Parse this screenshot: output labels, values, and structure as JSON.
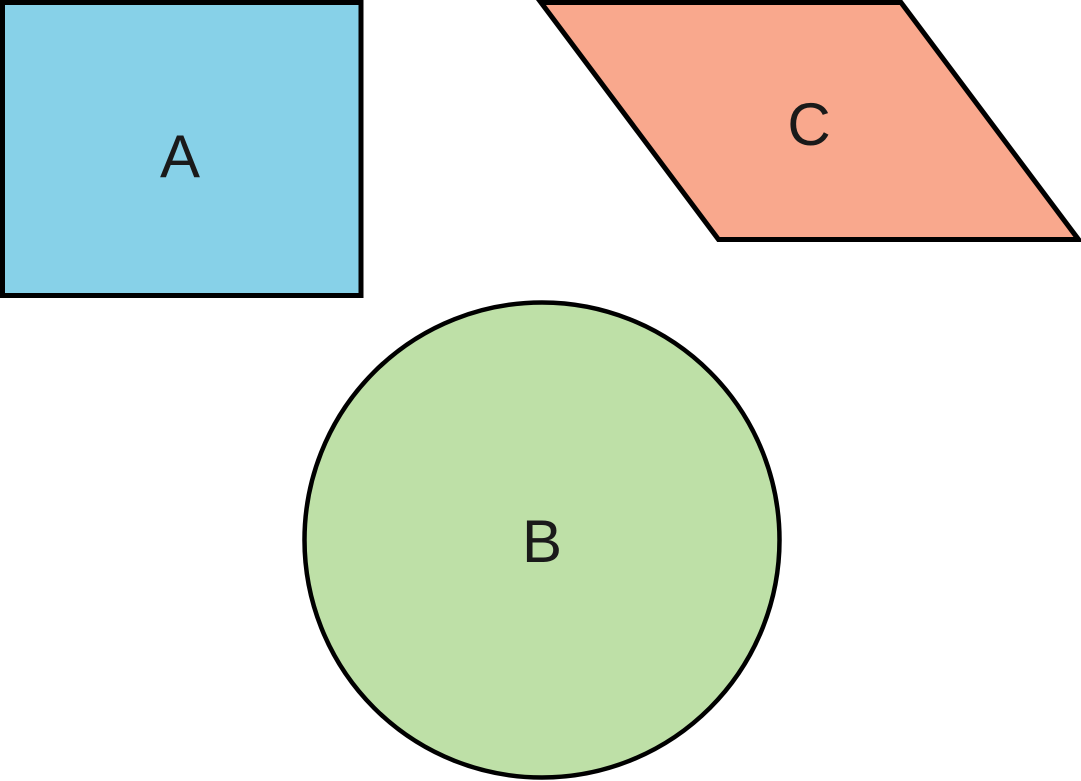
{
  "figure": {
    "description": "Three plane figures on a white background: a rectangle, a circle, and a parallelogram",
    "background": "#ffffff",
    "outline_color": "#000000",
    "label_color": "#1a1a1a",
    "shapes": [
      {
        "label": "A",
        "type": "rectangle",
        "fill": "#87d1e8"
      },
      {
        "label": "B",
        "type": "circle",
        "fill": "#bee0a7"
      },
      {
        "label": "C",
        "type": "parallelogram",
        "fill": "#f9a88d"
      }
    ]
  }
}
